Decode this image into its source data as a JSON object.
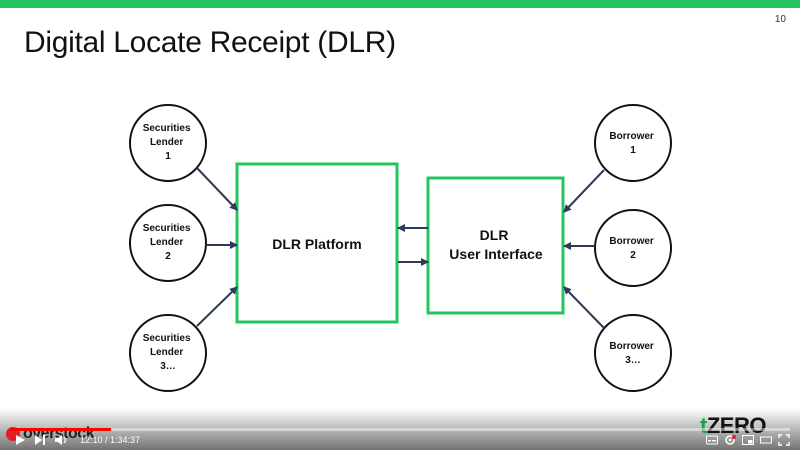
{
  "slide": {
    "number": "10",
    "title": "Digital Locate Receipt (DLR)"
  },
  "diagram": {
    "lenders": [
      {
        "lines": [
          "Securities",
          "Lender",
          "1"
        ]
      },
      {
        "lines": [
          "Securities",
          "Lender",
          "2"
        ]
      },
      {
        "lines": [
          "Securities",
          "Lender",
          "3…"
        ]
      }
    ],
    "borrowers": [
      {
        "lines": [
          "Borrower",
          "1"
        ]
      },
      {
        "lines": [
          "Borrower",
          "2"
        ]
      },
      {
        "lines": [
          "Borrower",
          "3…"
        ]
      }
    ],
    "platform_label": "DLR Platform",
    "ui_label_line1": "DLR",
    "ui_label_line2": "User Interface",
    "colors": {
      "box_border": "#22c55e",
      "arrow": "#2e3a59",
      "accent_bar": "#22c55e"
    }
  },
  "player": {
    "time_display": "12:10 / 1:34:37",
    "progress": 0.129,
    "progress_color": "#ff0000",
    "logo_left": "overstock",
    "logo_right_plus": "t",
    "logo_right_text": "ZERO",
    "icons": [
      "play-icon",
      "next-icon",
      "volume-icon",
      "subtitles-icon",
      "settings-icon",
      "miniplayer-icon",
      "theater-icon",
      "fullscreen-icon"
    ]
  }
}
